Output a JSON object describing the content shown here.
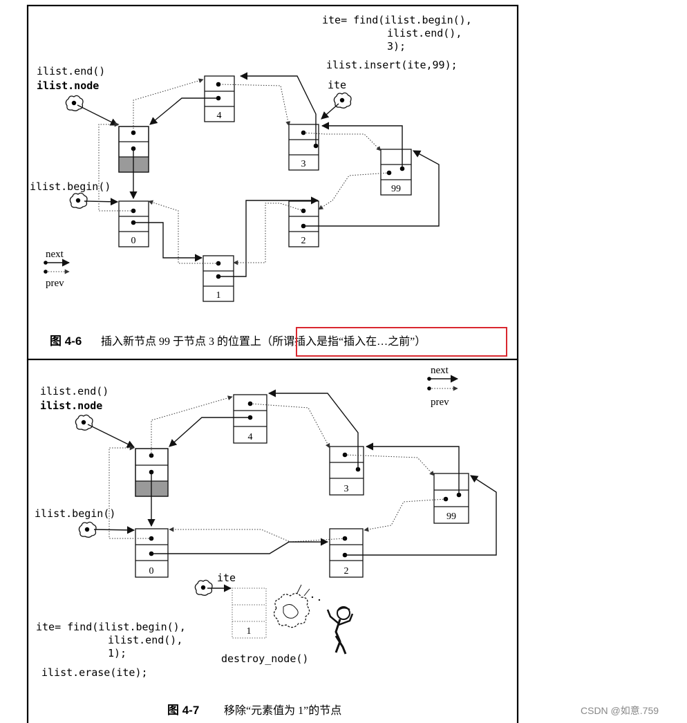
{
  "fig46": {
    "code": [
      "ite= find(ilist.begin(),",
      "ilist.end(),",
      "3);",
      "ilist.insert(ite,99);"
    ],
    "labels": {
      "end": "ilist.end()",
      "node": "ilist.node",
      "begin": "ilist.begin()",
      "ite": "ite"
    },
    "values": {
      "n4": "4",
      "n3": "3",
      "n99": "99",
      "n0": "0",
      "n2": "2",
      "n1": "1"
    },
    "legend": {
      "next": "next",
      "prev": "prev"
    },
    "caption": {
      "fig": "图 4-6",
      "text": "插入新节点 99 于节点 3 的位置上（所谓插入是指“插入在…之前”）"
    }
  },
  "fig47": {
    "labels": {
      "end": "ilist.end()",
      "node": "ilist.node",
      "begin": "ilist.begin()",
      "ite": "ite",
      "destroy": "destroy_node()"
    },
    "values": {
      "n4": "4",
      "n3": "3",
      "n99": "99",
      "n0": "0",
      "n2": "2",
      "n1": "1"
    },
    "legend": {
      "next": "next",
      "prev": "prev"
    },
    "code": [
      "ite= find(ilist.begin(),",
      "ilist.end(),",
      "1);",
      "ilist.erase(ite);"
    ],
    "caption": {
      "fig": "图 4-7",
      "text": "移除“元素值为 1”的节点"
    }
  },
  "watermark": "CSDN @如意.759",
  "colors": {
    "highlight_box": "#d9272e",
    "shade": "#9a9a9a"
  }
}
